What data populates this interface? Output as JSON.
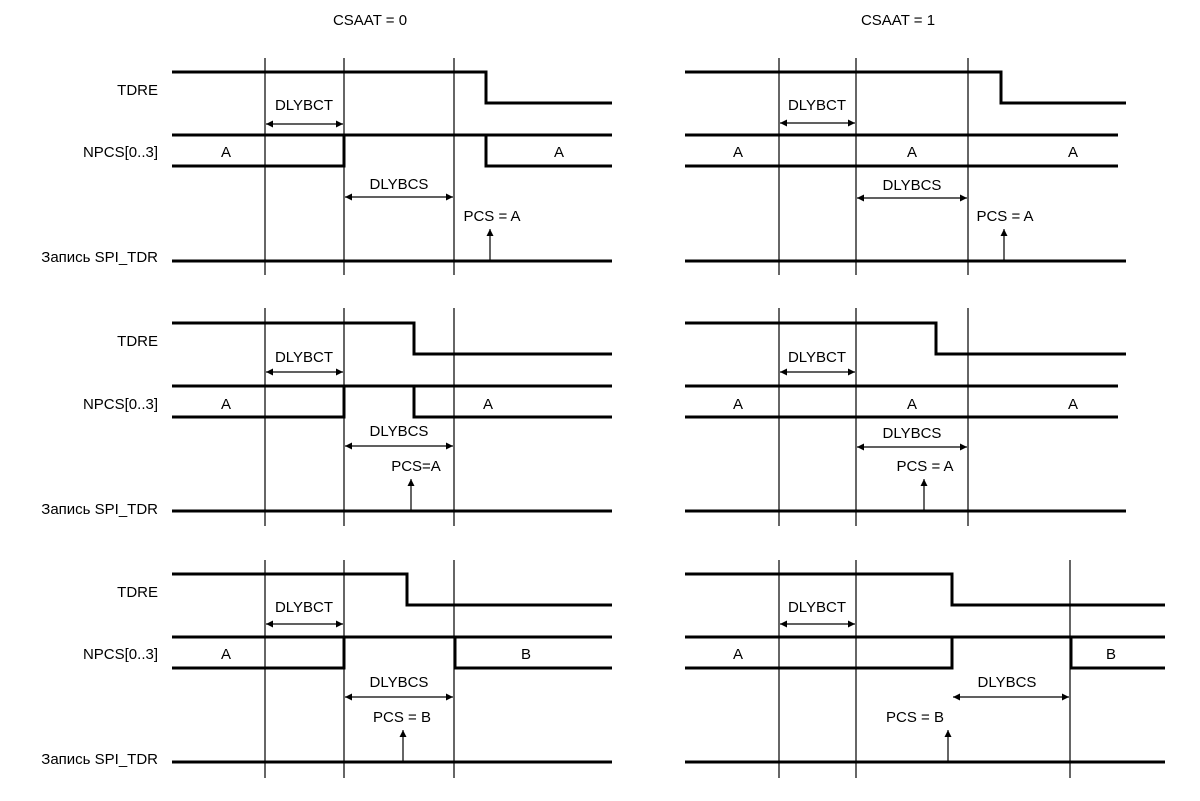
{
  "headers": {
    "left": "CSAAT = 0",
    "right": "CSAAT = 1"
  },
  "signals": {
    "tdre": "TDRE",
    "npcs": "NPCS[0..3]",
    "spi": "Запись SPI_TDR"
  },
  "panels": [
    {
      "id": "p-left-1",
      "delays": {
        "dlybct": "DLYBCT",
        "dlybcs": "DLYBCS"
      },
      "pcs": "PCS = A",
      "npcs_values": [
        "A",
        "A"
      ]
    },
    {
      "id": "p-right-1",
      "delays": {
        "dlybct": "DLYBCT",
        "dlybcs": "DLYBCS"
      },
      "pcs": "PCS = A",
      "npcs_values": [
        "A",
        "A",
        "A"
      ]
    },
    {
      "id": "p-left-2",
      "delays": {
        "dlybct": "DLYBCT",
        "dlybcs": "DLYBCS"
      },
      "pcs": "PCS=A",
      "npcs_values": [
        "A",
        "A"
      ]
    },
    {
      "id": "p-right-2",
      "delays": {
        "dlybct": "DLYBCT",
        "dlybcs": "DLYBCS"
      },
      "pcs": "PCS = A",
      "npcs_values": [
        "A",
        "A",
        "A"
      ]
    },
    {
      "id": "p-left-3",
      "delays": {
        "dlybct": "DLYBCT",
        "dlybcs": "DLYBCS"
      },
      "pcs": "PCS = B",
      "npcs_values": [
        "A",
        "B"
      ]
    },
    {
      "id": "p-right-3",
      "delays": {
        "dlybct": "DLYBCT",
        "dlybcs": "DLYBCS"
      },
      "pcs": "PCS = B",
      "npcs_values": [
        "A",
        "B"
      ]
    }
  ]
}
